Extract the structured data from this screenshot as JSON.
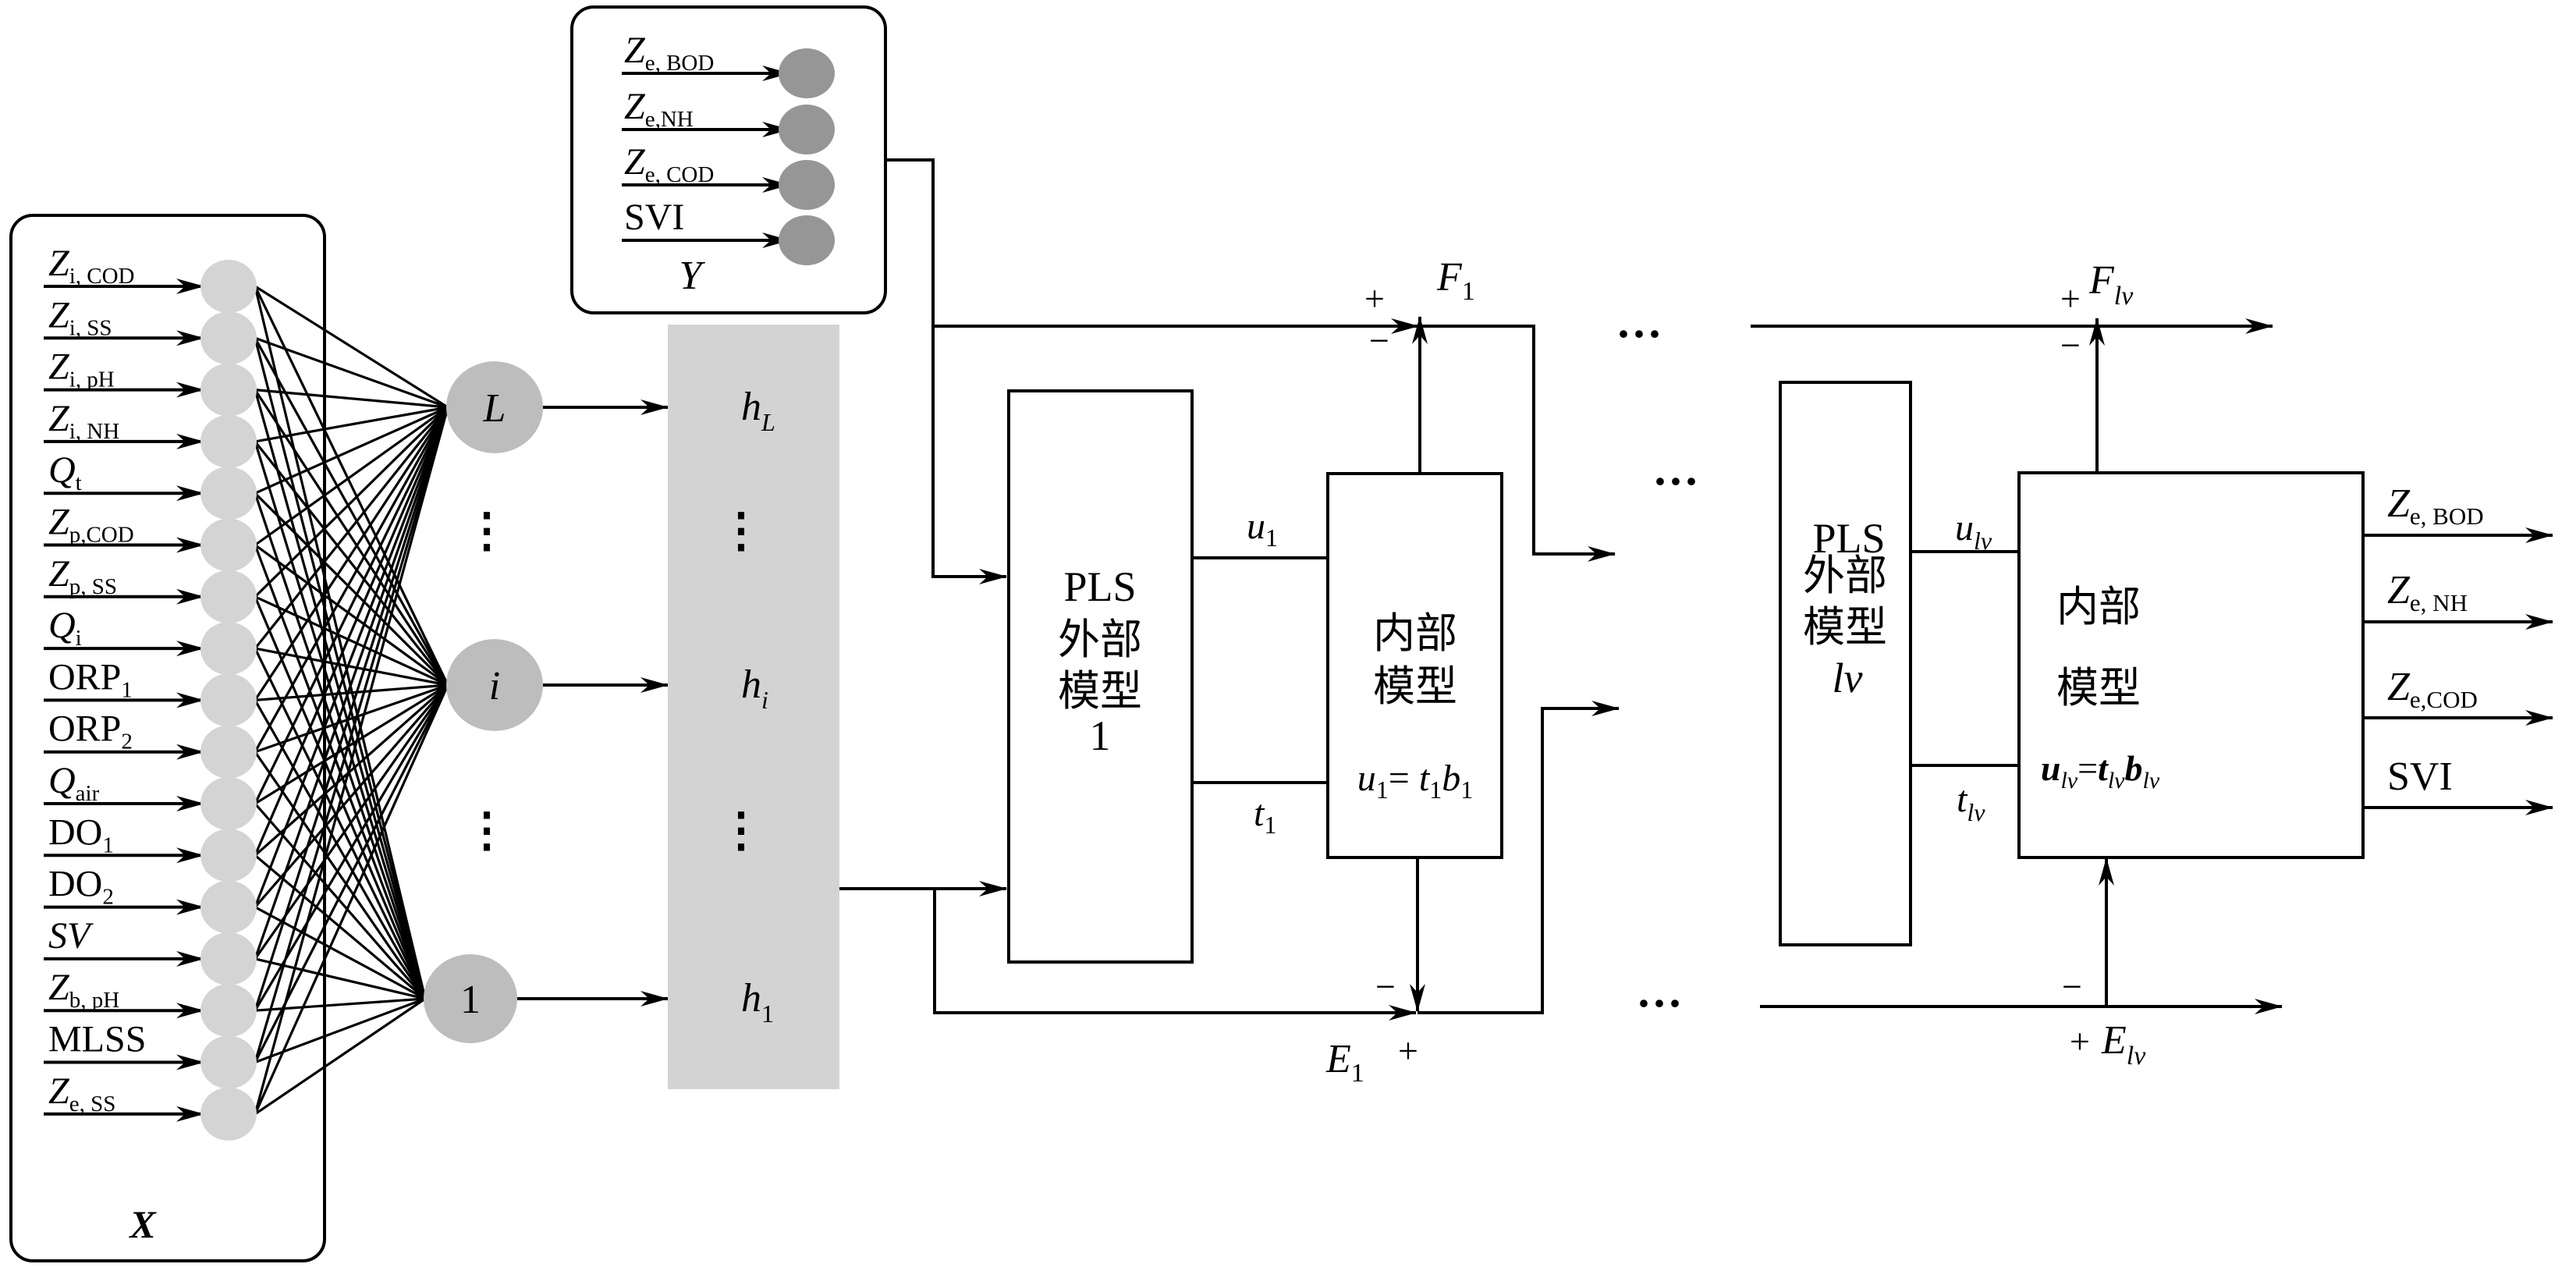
{
  "figure": {
    "type": "PLS-based neural network model block diagram",
    "colors": {
      "line": "#000000",
      "input_node": "#d4d4d4",
      "hidden_node": "#bdbdbd",
      "output_node": "#969696",
      "hidden_box": "#d3d3d3",
      "background": "#ffffff"
    }
  },
  "input_block": {
    "name": "X",
    "inputs": [
      {
        "main": "Z",
        "sub": "i, COD",
        "italic_main": true
      },
      {
        "main": "Z",
        "sub": "i, SS",
        "italic_main": true
      },
      {
        "main": "Z",
        "sub": "i, pH",
        "italic_main": true
      },
      {
        "main": "Z",
        "sub": "i, NH",
        "italic_main": true
      },
      {
        "main": "Q",
        "sub": "t",
        "italic_main": true
      },
      {
        "main": "Z",
        "sub": "p,COD",
        "italic_main": true
      },
      {
        "main": "Z",
        "sub": "p, SS",
        "italic_main": true
      },
      {
        "main": "Q",
        "sub": "i",
        "italic_main": true
      },
      {
        "main": "ORP",
        "sub": "1",
        "italic_main": false
      },
      {
        "main": "ORP",
        "sub": "2",
        "italic_main": false
      },
      {
        "main": "Q",
        "sub": "air",
        "italic_main": true
      },
      {
        "main": "DO",
        "sub": "1",
        "italic_main": false
      },
      {
        "main": "DO",
        "sub": "2",
        "italic_main": false
      },
      {
        "main": "SV",
        "sub": "",
        "italic_main": true
      },
      {
        "main": "Z",
        "sub": "b, pH",
        "italic_main": true
      },
      {
        "main": "MLSS",
        "sub": "",
        "italic_main": false
      },
      {
        "main": "Z",
        "sub": "e, SS",
        "italic_main": true
      }
    ]
  },
  "hidden_layer": {
    "nodes": [
      {
        "label": "L",
        "h_main": "h",
        "h_sub": "L"
      },
      {
        "label": "i",
        "h_main": "h",
        "h_sub": "i"
      },
      {
        "label": "1",
        "h_main": "h",
        "h_sub": "1"
      }
    ],
    "ellipsis": "⋮"
  },
  "output_block": {
    "name": "Y",
    "outputs": [
      {
        "main": "Z",
        "sub": "e, BOD",
        "italic_main": true
      },
      {
        "main": "Z",
        "sub": "e,NH",
        "italic_main": true
      },
      {
        "main": "Z",
        "sub": "e, COD",
        "italic_main": true
      },
      {
        "main": "SVI",
        "sub": "",
        "italic_main": false
      }
    ]
  },
  "pls_stage_1": {
    "outer_model": {
      "line1": "PLS",
      "line2": "外部",
      "line3": "模型",
      "line4": "1"
    },
    "inner_model": {
      "line1": "内部",
      "line2": "模型",
      "equation": {
        "u": "u",
        "u_sub": "1",
        "eq": "=",
        "t": "t",
        "t_sub": "1",
        "b": "b",
        "b_sub": "1"
      }
    },
    "u_label": {
      "main": "u",
      "sub": "1"
    },
    "t_label": {
      "main": "t",
      "sub": "1"
    },
    "F_label": {
      "main": "F",
      "sub": "1"
    },
    "E_label": {
      "main": "E",
      "sub": "1"
    },
    "plus": "+",
    "minus": "−"
  },
  "pls_stage_lv": {
    "outer_model": {
      "line1": "PLS",
      "line2": "外部",
      "line3": "模型",
      "line4": "lv"
    },
    "inner_model": {
      "line1": "内部",
      "line2": "模型",
      "equation": {
        "u": "u",
        "u_sub": "lv",
        "eq": "=",
        "t": "t",
        "t_sub": "lv",
        "b": "b",
        "b_sub": "lv"
      }
    },
    "u_label": {
      "main": "u",
      "sub": "lv"
    },
    "t_label": {
      "main": "t",
      "sub": "lv"
    },
    "F_label": {
      "main": "F",
      "sub": "lv"
    },
    "E_label": {
      "main": "E",
      "sub": "lv"
    },
    "plus": "+",
    "minus": "−"
  },
  "final_outputs": [
    {
      "main": "Z",
      "sub": "e, BOD",
      "italic_main": true
    },
    {
      "main": "Z",
      "sub": "e, NH",
      "italic_main": true
    },
    {
      "main": "Z",
      "sub": "e,COD",
      "italic_main": true
    },
    {
      "main": "SVI",
      "sub": "",
      "italic_main": false
    }
  ],
  "ellipsis_h": "···"
}
